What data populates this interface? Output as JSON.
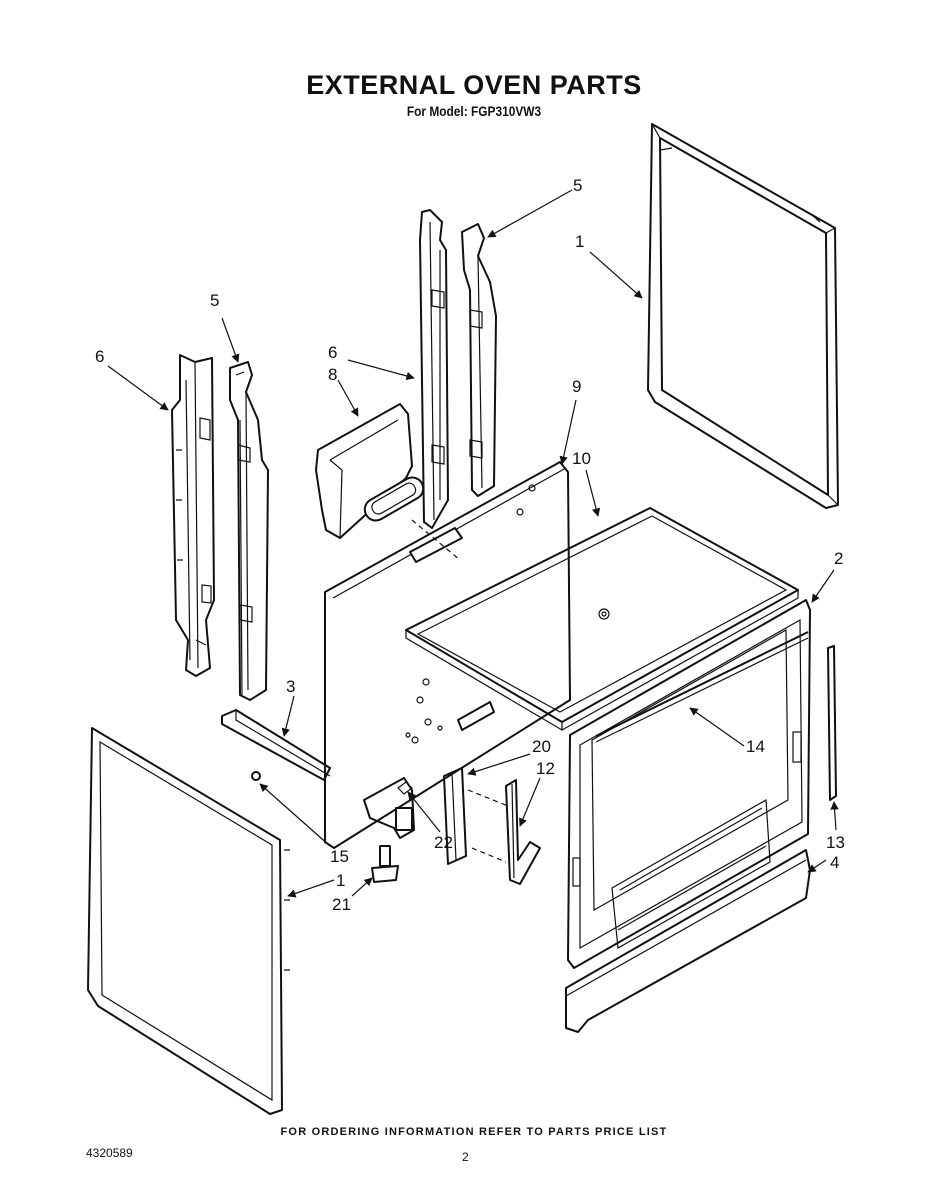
{
  "header": {
    "title": "EXTERNAL OVEN PARTS",
    "subtitle": "For Model: FGP310VW3"
  },
  "footer": {
    "note": "FOR ORDERING INFORMATION REFER TO PARTS PRICE LIST",
    "doc_number": "4320589",
    "page_number": "2"
  },
  "callouts": {
    "c5a": "5",
    "c1a": "1",
    "c5b": "5",
    "c6a": "6",
    "c6b": "6",
    "c8": "8",
    "c9": "9",
    "c10": "10",
    "c2": "2",
    "c3": "3",
    "c14": "14",
    "c20": "20",
    "c12": "12",
    "c15": "15",
    "c22": "22",
    "c13": "13",
    "c1b": "1",
    "c4": "4",
    "c21": "21"
  }
}
